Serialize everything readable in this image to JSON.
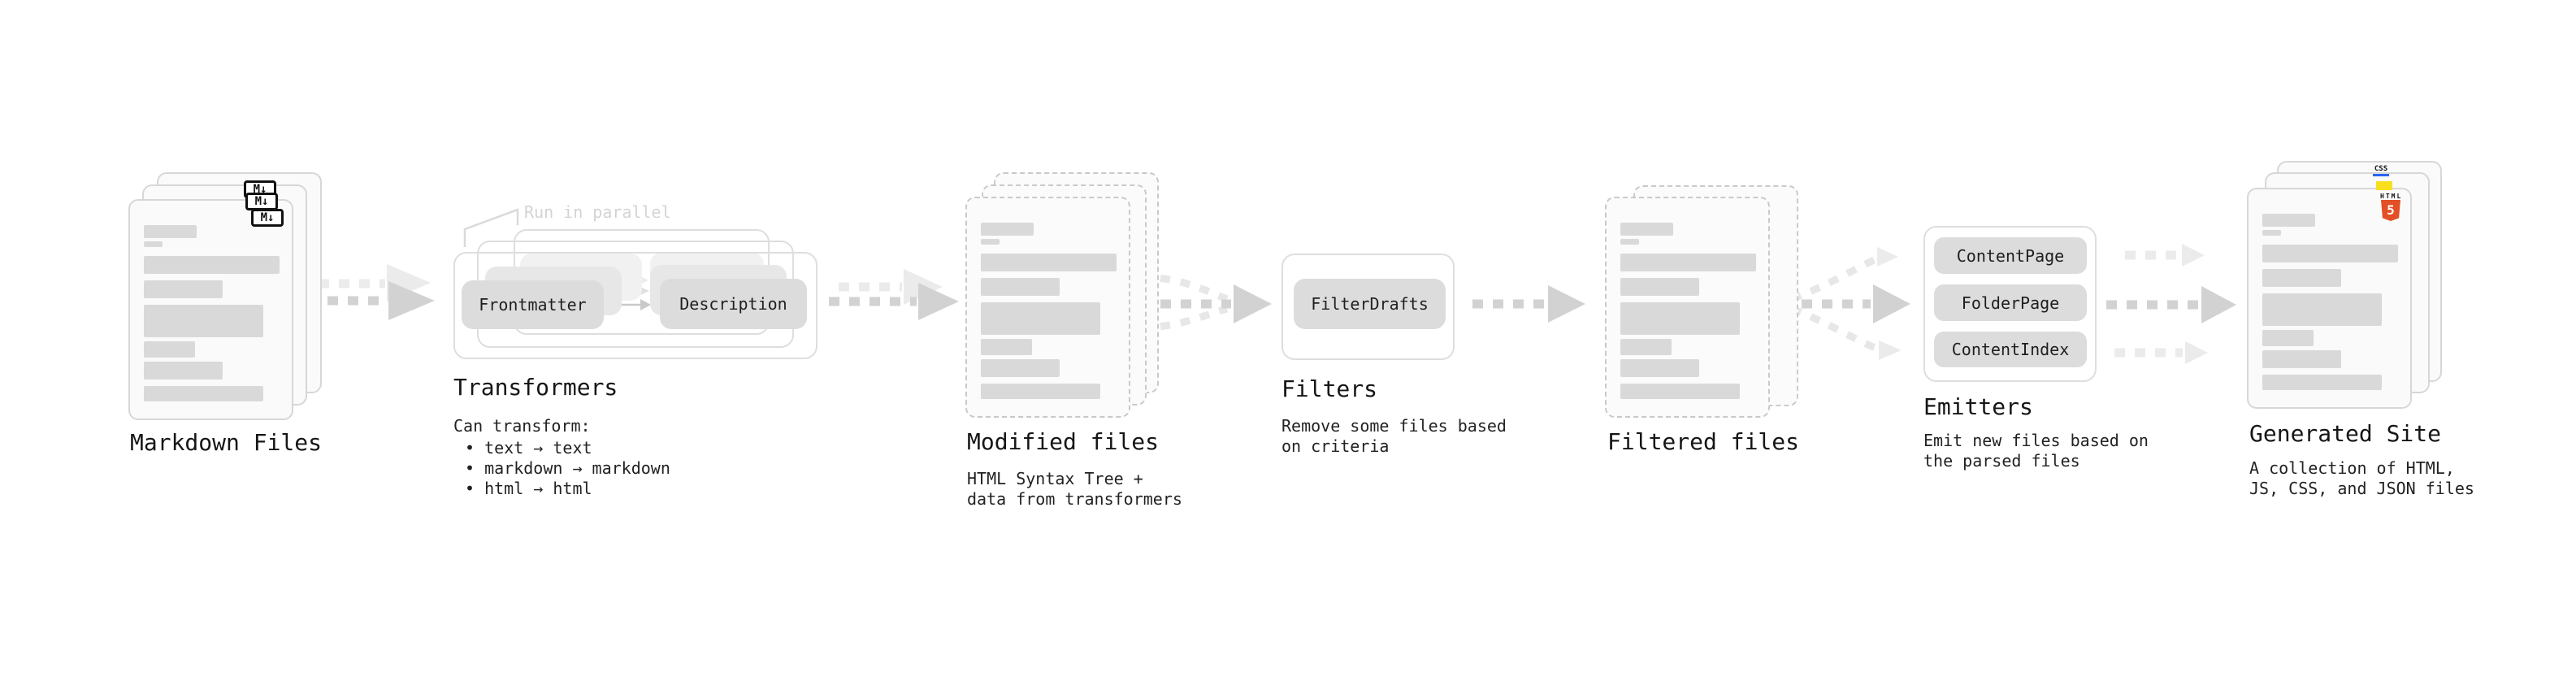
{
  "stages": {
    "markdown_files": {
      "label": "Markdown Files",
      "badge": "M↓"
    },
    "transformers": {
      "heading": "Transformers",
      "annotation": "Run in parallel",
      "pill_from": "Frontmatter",
      "pill_to": "Description",
      "note_title": "Can transform:",
      "bullets": [
        "• text → text",
        "• markdown → markdown",
        "• html → html"
      ]
    },
    "modified_files": {
      "label": "Modified files",
      "description": "HTML Syntax Tree +\ndata from transformers"
    },
    "filters": {
      "heading": "Filters",
      "pill": "FilterDrafts",
      "description": "Remove some files based\non criteria"
    },
    "filtered_files": {
      "label": "Filtered files"
    },
    "emitters": {
      "heading": "Emitters",
      "pills": [
        "ContentPage",
        "FolderPage",
        "ContentIndex"
      ],
      "description": "Emit new files based on\nthe parsed files"
    },
    "generated_site": {
      "label": "Generated Site",
      "description": "A collection of HTML,\nJS, CSS, and JSON files",
      "badges": {
        "css": "CSS",
        "html_label": "HTML",
        "html_number": "5"
      }
    }
  },
  "colors": {
    "html5_orange": "#e34f26",
    "js_yellow": "#f7df1e",
    "css_blue": "#2965f1",
    "arrow_dark": "#d2d2d2",
    "arrow_light": "#eaeaea",
    "pill_gray": "#dcdcdc",
    "bar_gray": "#d9d9d9",
    "text": "#1a1a1a",
    "muted_annotation": "#d4d4d4"
  }
}
